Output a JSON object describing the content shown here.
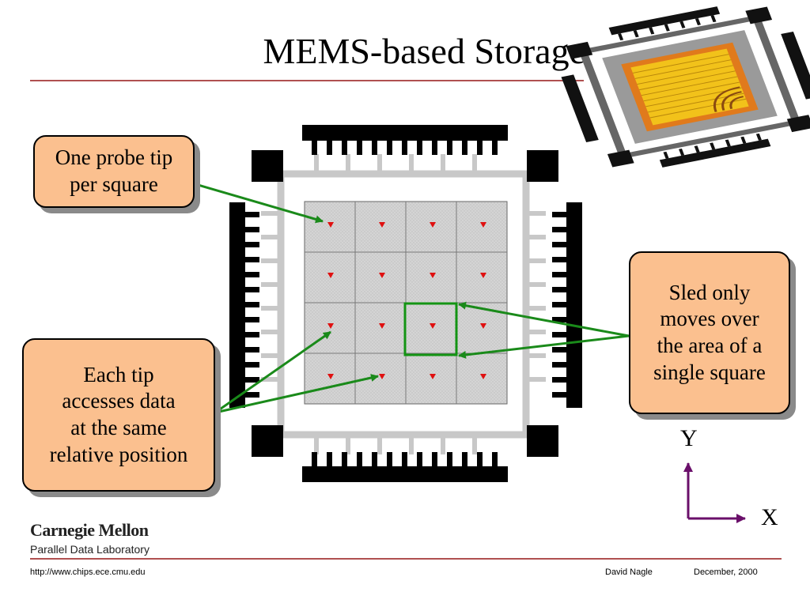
{
  "slide": {
    "title": "MEMS-based Storage"
  },
  "callouts": {
    "probe": [
      "One probe tip",
      "per square"
    ],
    "access": [
      "Each tip",
      "accesses data",
      "at the same",
      "relative position"
    ],
    "sled": [
      "Sled only",
      "moves over",
      "the area of a",
      "single square"
    ]
  },
  "axes": {
    "y_label": "Y",
    "x_label": "X"
  },
  "logo": {
    "name": "Carnegie Mellon",
    "lab": "Parallel Data Laboratory"
  },
  "footer": {
    "url": "http://www.chips.ece.cmu.edu",
    "author": "David Nagle",
    "date": "December, 2000"
  },
  "diagram": {
    "grid_rows": 4,
    "grid_cols": 4,
    "highlighted_cell": {
      "row": 2,
      "col": 2
    },
    "colors": {
      "grid_fill": "#d6d6d6",
      "frame": "#c8c8c8",
      "anchor": "#000000",
      "probe_tip": "#e01010",
      "arrow": "#1a8a1a",
      "highlight": "#139413",
      "axis": "#6a0f6a",
      "callout_fill": "#fbc08f",
      "rule": "#b05050"
    }
  }
}
